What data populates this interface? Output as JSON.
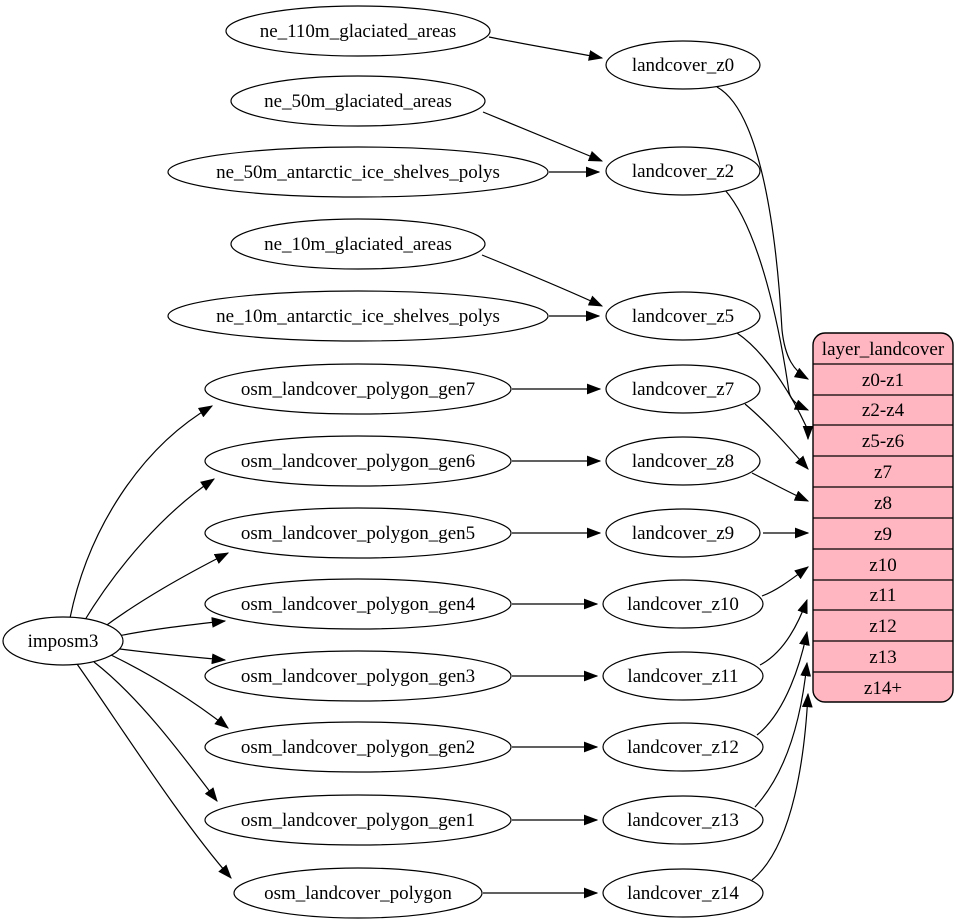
{
  "diagram": {
    "background_color": "#ffffff",
    "node_fill_color": "#ffffff",
    "edge_color": "#000000",
    "nodes": {
      "imposm3": {
        "label": "imposm3"
      },
      "ne_110m_glaciated_areas": {
        "label": "ne_110m_glaciated_areas"
      },
      "ne_50m_glaciated_areas": {
        "label": "ne_50m_glaciated_areas"
      },
      "ne_50m_antarctic_ice_shelves_polys": {
        "label": "ne_50m_antarctic_ice_shelves_polys"
      },
      "ne_10m_glaciated_areas": {
        "label": "ne_10m_glaciated_areas"
      },
      "ne_10m_antarctic_ice_shelves_polys": {
        "label": "ne_10m_antarctic_ice_shelves_polys"
      },
      "osm_landcover_polygon_gen7": {
        "label": "osm_landcover_polygon_gen7"
      },
      "osm_landcover_polygon_gen6": {
        "label": "osm_landcover_polygon_gen6"
      },
      "osm_landcover_polygon_gen5": {
        "label": "osm_landcover_polygon_gen5"
      },
      "osm_landcover_polygon_gen4": {
        "label": "osm_landcover_polygon_gen4"
      },
      "osm_landcover_polygon_gen3": {
        "label": "osm_landcover_polygon_gen3"
      },
      "osm_landcover_polygon_gen2": {
        "label": "osm_landcover_polygon_gen2"
      },
      "osm_landcover_polygon_gen1": {
        "label": "osm_landcover_polygon_gen1"
      },
      "osm_landcover_polygon": {
        "label": "osm_landcover_polygon"
      },
      "landcover_z0": {
        "label": "landcover_z0"
      },
      "landcover_z2": {
        "label": "landcover_z2"
      },
      "landcover_z5": {
        "label": "landcover_z5"
      },
      "landcover_z7": {
        "label": "landcover_z7"
      },
      "landcover_z8": {
        "label": "landcover_z8"
      },
      "landcover_z9": {
        "label": "landcover_z9"
      },
      "landcover_z10": {
        "label": "landcover_z10"
      },
      "landcover_z11": {
        "label": "landcover_z11"
      },
      "landcover_z12": {
        "label": "landcover_z12"
      },
      "landcover_z13": {
        "label": "landcover_z13"
      },
      "landcover_z14": {
        "label": "landcover_z14"
      }
    },
    "table": {
      "title": "layer_landcover",
      "rows": [
        "z0-z1",
        "z2-z4",
        "z5-z6",
        "z7",
        "z8",
        "z9",
        "z10",
        "z11",
        "z12",
        "z13",
        "z14+"
      ],
      "fill": "#ffb6c1",
      "stroke": "#000000"
    },
    "edges": [
      {
        "from": "imposm3",
        "to": "osm_landcover_polygon_gen7"
      },
      {
        "from": "imposm3",
        "to": "osm_landcover_polygon_gen6"
      },
      {
        "from": "imposm3",
        "to": "osm_landcover_polygon_gen5"
      },
      {
        "from": "imposm3",
        "to": "osm_landcover_polygon_gen4"
      },
      {
        "from": "imposm3",
        "to": "osm_landcover_polygon_gen3"
      },
      {
        "from": "imposm3",
        "to": "osm_landcover_polygon_gen2"
      },
      {
        "from": "imposm3",
        "to": "osm_landcover_polygon_gen1"
      },
      {
        "from": "imposm3",
        "to": "osm_landcover_polygon"
      },
      {
        "from": "ne_110m_glaciated_areas",
        "to": "landcover_z0"
      },
      {
        "from": "ne_50m_glaciated_areas",
        "to": "landcover_z2"
      },
      {
        "from": "ne_50m_antarctic_ice_shelves_polys",
        "to": "landcover_z2"
      },
      {
        "from": "ne_10m_glaciated_areas",
        "to": "landcover_z5"
      },
      {
        "from": "ne_10m_antarctic_ice_shelves_polys",
        "to": "landcover_z5"
      },
      {
        "from": "osm_landcover_polygon_gen7",
        "to": "landcover_z7"
      },
      {
        "from": "osm_landcover_polygon_gen6",
        "to": "landcover_z8"
      },
      {
        "from": "osm_landcover_polygon_gen5",
        "to": "landcover_z9"
      },
      {
        "from": "osm_landcover_polygon_gen4",
        "to": "landcover_z10"
      },
      {
        "from": "osm_landcover_polygon_gen3",
        "to": "landcover_z11"
      },
      {
        "from": "osm_landcover_polygon_gen2",
        "to": "landcover_z12"
      },
      {
        "from": "osm_landcover_polygon_gen1",
        "to": "landcover_z13"
      },
      {
        "from": "osm_landcover_polygon",
        "to": "landcover_z14"
      },
      {
        "from": "landcover_z0",
        "to": "layer_landcover.z0-z1"
      },
      {
        "from": "landcover_z2",
        "to": "layer_landcover.z2-z4"
      },
      {
        "from": "landcover_z5",
        "to": "layer_landcover.z5-z6"
      },
      {
        "from": "landcover_z7",
        "to": "layer_landcover.z7"
      },
      {
        "from": "landcover_z8",
        "to": "layer_landcover.z8"
      },
      {
        "from": "landcover_z9",
        "to": "layer_landcover.z9"
      },
      {
        "from": "landcover_z10",
        "to": "layer_landcover.z10"
      },
      {
        "from": "landcover_z11",
        "to": "layer_landcover.z11"
      },
      {
        "from": "landcover_z12",
        "to": "layer_landcover.z12"
      },
      {
        "from": "landcover_z13",
        "to": "layer_landcover.z13"
      },
      {
        "from": "landcover_z14",
        "to": "layer_landcover.z14+"
      }
    ]
  }
}
